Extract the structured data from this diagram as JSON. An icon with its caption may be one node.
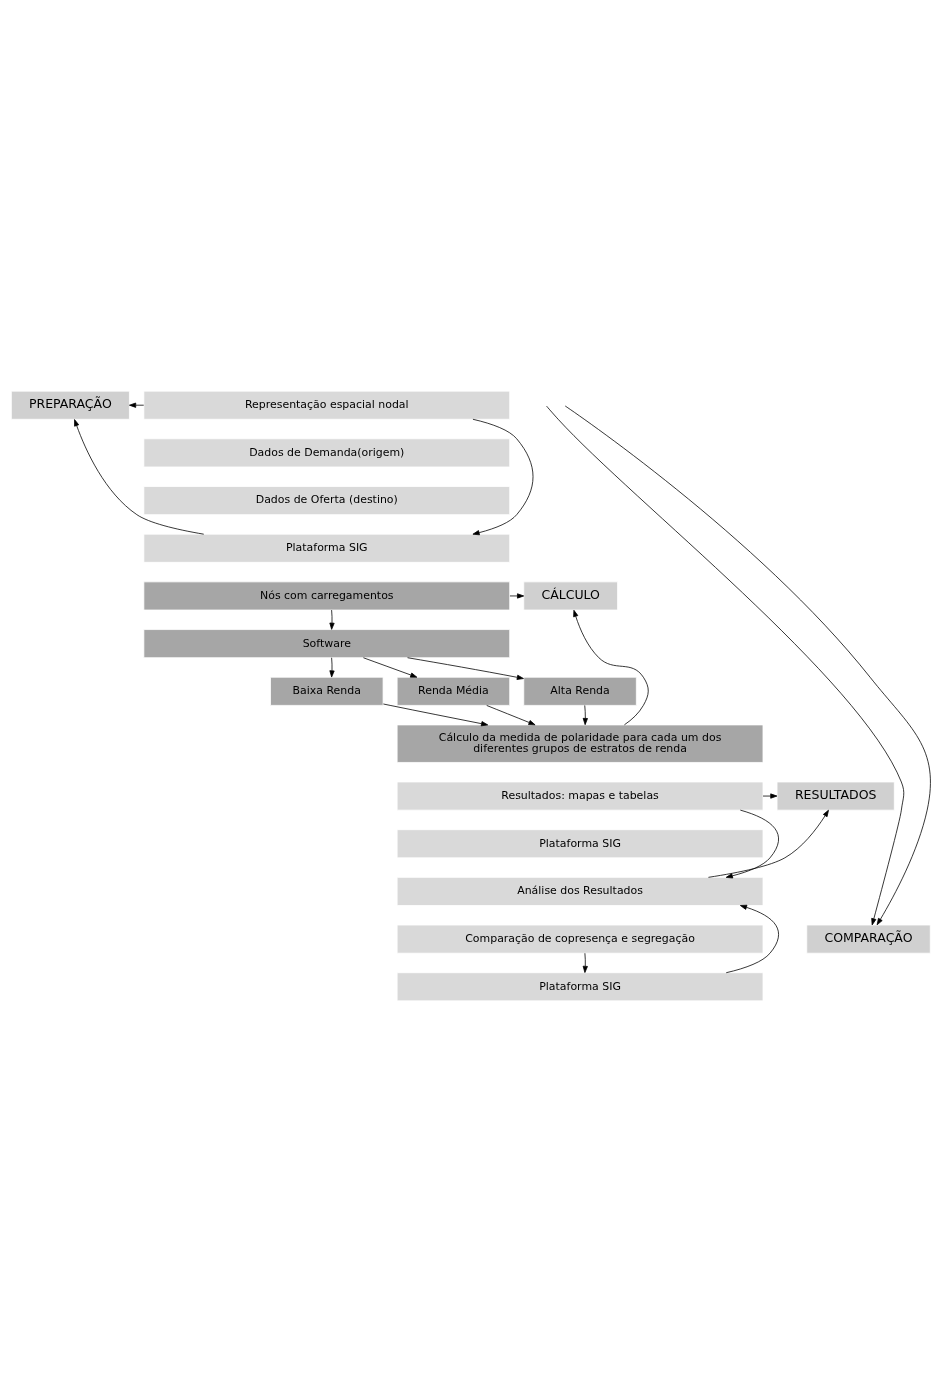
{
  "diagram": {
    "nodes": [
      {
        "text": [
          "PREPARAÇÃO"
        ]
      },
      {
        "text": [
          "Representação espacial nodal"
        ]
      },
      {
        "text": [
          "Dados de Demanda(origem)"
        ]
      },
      {
        "text": [
          "Dados de Oferta (destino)"
        ]
      },
      {
        "text": [
          "Plataforma SIG"
        ]
      },
      {
        "text": [
          "CÁLCULO"
        ]
      },
      {
        "text": [
          "Nós com carregamentos"
        ]
      },
      {
        "text": [
          "Software"
        ]
      },
      {
        "text": [
          "Baixa Renda"
        ]
      },
      {
        "text": [
          "Renda Média"
        ]
      },
      {
        "text": [
          "Alta Renda"
        ]
      },
      {
        "text": [
          "Cálculo da medida de polaridade para cada um dos diferentes grupos de estratos de renda"
        ]
      },
      {
        "text": [
          "RESULTADOS"
        ]
      },
      {
        "text": [
          "Resultados: mapas e tabelas"
        ]
      },
      {
        "text": [
          "Plataforma SIG"
        ]
      },
      {
        "text": [
          "Análise dos Resultados"
        ]
      },
      {
        "text": [
          "COMPARAÇÃO"
        ]
      },
      {
        "text": [
          "Comparação de copresença e segregação"
        ]
      },
      {
        "text": [
          "Plataforma SIG"
        ]
      }
    ],
    "edges": [
      {
        "from": 1,
        "to": 0,
        "arrow": "to"
      },
      {
        "from": 4,
        "to": 0,
        "arrow": "to"
      },
      {
        "from": 1,
        "to": 4,
        "arrow": "to"
      },
      {
        "from": 6,
        "to": 5,
        "arrow": "to"
      },
      {
        "from": 11,
        "to": 5,
        "arrow": "to"
      },
      {
        "from": 6,
        "to": 7,
        "arrow": "to"
      },
      {
        "from": 7,
        "to": 8,
        "arrow": "to"
      },
      {
        "from": 7,
        "to": 9,
        "arrow": "to"
      },
      {
        "from": 7,
        "to": 10,
        "arrow": "to"
      },
      {
        "from": 8,
        "to": 11,
        "arrow": "to"
      },
      {
        "from": 9,
        "to": 11,
        "arrow": "to"
      },
      {
        "from": 10,
        "to": 11,
        "arrow": "to"
      },
      {
        "from": 13,
        "to": 12,
        "arrow": "to"
      },
      {
        "from": 15,
        "to": 12,
        "arrow": "to"
      },
      {
        "from": 13,
        "to": 15,
        "arrow": "to"
      },
      {
        "from": null,
        "to": 16,
        "arrow": "to"
      },
      {
        "from": null,
        "to": 16,
        "arrow": "to"
      },
      {
        "from": 17,
        "to": 18,
        "arrow": "to"
      },
      {
        "from": 18,
        "to": 15,
        "arrow": "to"
      }
    ]
  }
}
